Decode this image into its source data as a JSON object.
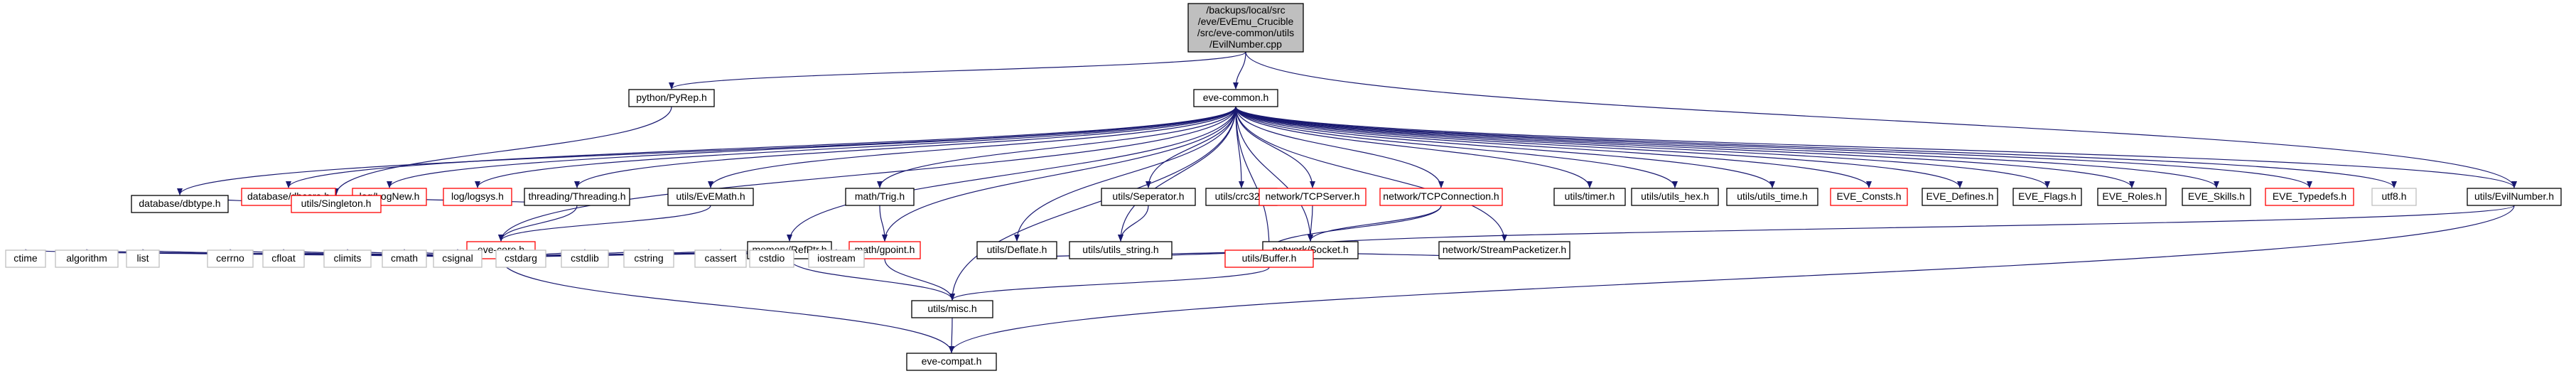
{
  "colors": {
    "edge": "#191970",
    "box_border_normal": "#000000",
    "box_border_missing": "#ff0000",
    "box_border_system": "#bfbfbf",
    "box_fill": "#ffffff",
    "root_fill": "#bfbfbf",
    "text": "#000000"
  },
  "nodes": [
    {
      "id": "root",
      "lines": [
        "/backups/local/src",
        "/eve/EvEmu_Crucible",
        "/src/eve-common/utils",
        "/EvilNumber.cpp"
      ],
      "kind": "root"
    },
    {
      "id": "pyrep",
      "lines": [
        "python/PyRep.h"
      ],
      "kind": "normal"
    },
    {
      "id": "evecommon",
      "lines": [
        "eve-common.h"
      ],
      "kind": "normal"
    },
    {
      "id": "evilnumber_h",
      "lines": [
        "utils/EvilNumber.h"
      ],
      "kind": "normal"
    },
    {
      "id": "dbcore",
      "lines": [
        "database/dbcore.h"
      ],
      "kind": "missing"
    },
    {
      "id": "lognew",
      "lines": [
        "log/LogNew.h"
      ],
      "kind": "missing"
    },
    {
      "id": "logsys",
      "lines": [
        "log/logsys.h"
      ],
      "kind": "missing"
    },
    {
      "id": "threading",
      "lines": [
        "threading/Threading.h"
      ],
      "kind": "normal"
    },
    {
      "id": "evemath",
      "lines": [
        "utils/EvEMath.h"
      ],
      "kind": "normal"
    },
    {
      "id": "trig",
      "lines": [
        "math/Trig.h"
      ],
      "kind": "normal"
    },
    {
      "id": "seperator",
      "lines": [
        "utils/Seperator.h"
      ],
      "kind": "normal"
    },
    {
      "id": "crc32",
      "lines": [
        "utils/crc32.h"
      ],
      "kind": "normal"
    },
    {
      "id": "tcpserver",
      "lines": [
        "network/TCPServer.h"
      ],
      "kind": "missing"
    },
    {
      "id": "tcpconn",
      "lines": [
        "network/TCPConnection.h"
      ],
      "kind": "missing"
    },
    {
      "id": "timer",
      "lines": [
        "utils/timer.h"
      ],
      "kind": "normal"
    },
    {
      "id": "utils_hex",
      "lines": [
        "utils/utils_hex.h"
      ],
      "kind": "normal"
    },
    {
      "id": "utils_time",
      "lines": [
        "utils/utils_time.h"
      ],
      "kind": "normal"
    },
    {
      "id": "eve_consts",
      "lines": [
        "EVE_Consts.h"
      ],
      "kind": "missing"
    },
    {
      "id": "eve_defines",
      "lines": [
        "EVE_Defines.h"
      ],
      "kind": "normal"
    },
    {
      "id": "eve_flags",
      "lines": [
        "EVE_Flags.h"
      ],
      "kind": "normal"
    },
    {
      "id": "eve_roles",
      "lines": [
        "EVE_Roles.h"
      ],
      "kind": "normal"
    },
    {
      "id": "eve_skills",
      "lines": [
        "EVE_Skills.h"
      ],
      "kind": "normal"
    },
    {
      "id": "eve_typedefs",
      "lines": [
        "EVE_Typedefs.h"
      ],
      "kind": "missing"
    },
    {
      "id": "utf8",
      "lines": [
        "utf8.h"
      ],
      "kind": "system"
    },
    {
      "id": "dbtype",
      "lines": [
        "database/dbtype.h"
      ],
      "kind": "normal"
    },
    {
      "id": "singleton",
      "lines": [
        "utils/Singleton.h"
      ],
      "kind": "missing"
    },
    {
      "id": "evecore",
      "lines": [
        "eve-core.h"
      ],
      "kind": "missing"
    },
    {
      "id": "refptr",
      "lines": [
        "memory/RefPtr.h"
      ],
      "kind": "normal"
    },
    {
      "id": "gpoint",
      "lines": [
        "math/gpoint.h"
      ],
      "kind": "missing"
    },
    {
      "id": "deflate",
      "lines": [
        "utils/Deflate.h"
      ],
      "kind": "normal"
    },
    {
      "id": "utils_string",
      "lines": [
        "utils/utils_string.h"
      ],
      "kind": "normal"
    },
    {
      "id": "socket",
      "lines": [
        "network/Socket.h"
      ],
      "kind": "normal"
    },
    {
      "id": "streampack",
      "lines": [
        "network/StreamPacketizer.h"
      ],
      "kind": "normal"
    },
    {
      "id": "ctime",
      "lines": [
        "ctime"
      ],
      "kind": "system"
    },
    {
      "id": "algorithm",
      "lines": [
        "algorithm"
      ],
      "kind": "system"
    },
    {
      "id": "list",
      "lines": [
        "list"
      ],
      "kind": "system"
    },
    {
      "id": "cerrno",
      "lines": [
        "cerrno"
      ],
      "kind": "system"
    },
    {
      "id": "cfloat",
      "lines": [
        "cfloat"
      ],
      "kind": "system"
    },
    {
      "id": "climits",
      "lines": [
        "climits"
      ],
      "kind": "system"
    },
    {
      "id": "cmath",
      "lines": [
        "cmath"
      ],
      "kind": "system"
    },
    {
      "id": "csignal",
      "lines": [
        "csignal"
      ],
      "kind": "system"
    },
    {
      "id": "cstdarg",
      "lines": [
        "cstdarg"
      ],
      "kind": "system"
    },
    {
      "id": "cstdlib",
      "lines": [
        "cstdlib"
      ],
      "kind": "system"
    },
    {
      "id": "cstring",
      "lines": [
        "cstring"
      ],
      "kind": "system"
    },
    {
      "id": "cassert",
      "lines": [
        "cassert"
      ],
      "kind": "system"
    },
    {
      "id": "cstdio",
      "lines": [
        "cstdio"
      ],
      "kind": "system"
    },
    {
      "id": "iostream",
      "lines": [
        "iostream"
      ],
      "kind": "system"
    },
    {
      "id": "buffer",
      "lines": [
        "utils/Buffer.h"
      ],
      "kind": "missing"
    },
    {
      "id": "misc",
      "lines": [
        "utils/misc.h"
      ],
      "kind": "normal"
    },
    {
      "id": "evecompat",
      "lines": [
        "eve-compat.h"
      ],
      "kind": "normal"
    }
  ],
  "edges": [
    [
      "root",
      "pyrep"
    ],
    [
      "root",
      "evecommon"
    ],
    [
      "root",
      "evilnumber_h"
    ],
    [
      "pyrep",
      "singleton"
    ],
    [
      "evecommon",
      "dbcore"
    ],
    [
      "evecommon",
      "lognew"
    ],
    [
      "evecommon",
      "logsys"
    ],
    [
      "evecommon",
      "threading"
    ],
    [
      "evecommon",
      "evemath"
    ],
    [
      "evecommon",
      "trig"
    ],
    [
      "evecommon",
      "seperator"
    ],
    [
      "evecommon",
      "crc32"
    ],
    [
      "evecommon",
      "tcpserver"
    ],
    [
      "evecommon",
      "tcpconn"
    ],
    [
      "evecommon",
      "timer"
    ],
    [
      "evecommon",
      "utils_hex"
    ],
    [
      "evecommon",
      "utils_time"
    ],
    [
      "evecommon",
      "eve_consts"
    ],
    [
      "evecommon",
      "eve_defines"
    ],
    [
      "evecommon",
      "eve_flags"
    ],
    [
      "evecommon",
      "eve_roles"
    ],
    [
      "evecommon",
      "eve_skills"
    ],
    [
      "evecommon",
      "eve_typedefs"
    ],
    [
      "evecommon",
      "utf8"
    ],
    [
      "evecommon",
      "evilnumber_h"
    ],
    [
      "evecommon",
      "dbtype"
    ],
    [
      "evecommon",
      "evecore"
    ],
    [
      "evecommon",
      "refptr"
    ],
    [
      "evecommon",
      "gpoint"
    ],
    [
      "evecommon",
      "deflate"
    ],
    [
      "evecommon",
      "utils_string"
    ],
    [
      "evecommon",
      "socket"
    ],
    [
      "evecommon",
      "streampack"
    ],
    [
      "evecommon",
      "misc"
    ],
    [
      "evecommon",
      "buffer"
    ],
    [
      "dbcore",
      "dbtype"
    ],
    [
      "dbcore",
      "singleton"
    ],
    [
      "lognew",
      "singleton"
    ],
    [
      "threading",
      "singleton"
    ],
    [
      "threading",
      "evecore"
    ],
    [
      "evemath",
      "evecore"
    ],
    [
      "trig",
      "gpoint"
    ],
    [
      "seperator",
      "utils_string"
    ],
    [
      "tcpserver",
      "socket"
    ],
    [
      "tcpconn",
      "socket"
    ],
    [
      "tcpconn",
      "buffer"
    ],
    [
      "streampack",
      "buffer"
    ],
    [
      "evilnumber_h",
      "buffer"
    ],
    [
      "evilnumber_h",
      "evecompat"
    ],
    [
      "evecore",
      "ctime"
    ],
    [
      "evecore",
      "algorithm"
    ],
    [
      "evecore",
      "list"
    ],
    [
      "evecore",
      "cerrno"
    ],
    [
      "evecore",
      "cfloat"
    ],
    [
      "evecore",
      "climits"
    ],
    [
      "evecore",
      "cmath"
    ],
    [
      "evecore",
      "csignal"
    ],
    [
      "evecore",
      "cstdarg"
    ],
    [
      "evecore",
      "cstdlib"
    ],
    [
      "evecore",
      "cstring"
    ],
    [
      "evecore",
      "cassert"
    ],
    [
      "evecore",
      "cstdio"
    ],
    [
      "evecore",
      "iostream"
    ],
    [
      "evecore",
      "evecompat"
    ],
    [
      "refptr",
      "cassert"
    ],
    [
      "refptr",
      "cstdio"
    ],
    [
      "refptr",
      "misc"
    ],
    [
      "gpoint",
      "misc"
    ],
    [
      "deflate",
      "buffer"
    ],
    [
      "utils_string",
      "buffer"
    ],
    [
      "buffer",
      "misc"
    ],
    [
      "misc",
      "evecompat"
    ]
  ]
}
